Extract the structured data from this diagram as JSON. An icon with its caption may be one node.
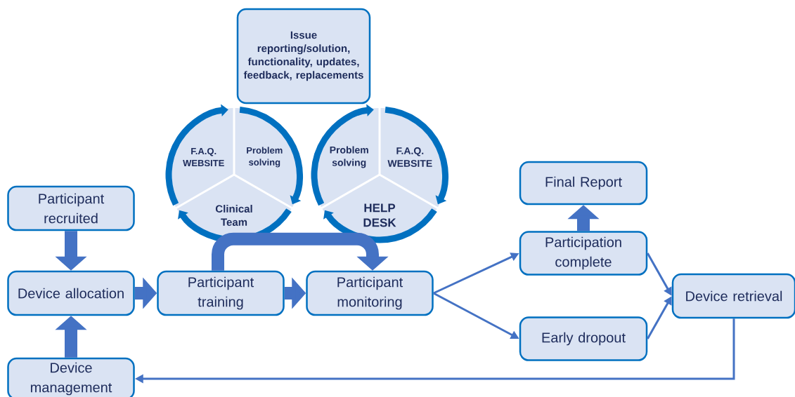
{
  "diagram": {
    "nodes": [
      {
        "text": [
          "Participant recruited"
        ]
      },
      {
        "text": [
          "Device allocation"
        ]
      },
      {
        "text": [
          "Participant training"
        ]
      },
      {
        "text": [
          "Participant monitoring"
        ]
      },
      {
        "text": [
          "Issue reporting/solution, functionality, updates, feedback, replacements"
        ]
      },
      {
        "text": [
          "F.A.Q. WEBSITE",
          "Problem solving",
          "Clinical Team"
        ]
      },
      {
        "text": [
          "Problem solving",
          "F.A.Q. WEBSITE",
          "HELP DESK"
        ]
      },
      {
        "text": [
          "Final Report"
        ]
      },
      {
        "text": [
          "Participation complete"
        ]
      },
      {
        "text": [
          "Early dropout"
        ]
      },
      {
        "text": [
          "Device retrieval"
        ]
      },
      {
        "text": [
          "Device management"
        ]
      }
    ],
    "edges": [
      {
        "from": 0,
        "to": 1,
        "arrow": "to"
      },
      {
        "from": 11,
        "to": 1,
        "arrow": "to"
      },
      {
        "from": 1,
        "to": 2,
        "arrow": "to"
      },
      {
        "from": 2,
        "to": 3,
        "arrow": "to"
      },
      {
        "from": 2,
        "to": 3,
        "arrow": "to"
      },
      {
        "from": 3,
        "to": 8,
        "arrow": "to"
      },
      {
        "from": 3,
        "to": 9,
        "arrow": "to"
      },
      {
        "from": 8,
        "to": 10,
        "arrow": "to"
      },
      {
        "from": 9,
        "to": 10,
        "arrow": "to"
      },
      {
        "from": 8,
        "to": 7,
        "arrow": "to"
      },
      {
        "from": 10,
        "to": 11,
        "arrow": "to"
      }
    ]
  }
}
